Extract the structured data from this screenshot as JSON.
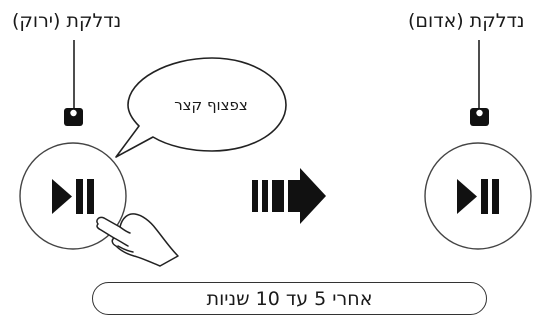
{
  "left_led_label": "נדלקת (ירוק)",
  "right_led_label": "נדלקת (אדום)",
  "speech_bubble": "צפצוף קצר",
  "footer_note": "אחרי 5 עד 10 שניות",
  "icons": [
    "led-indicator-icon",
    "play-pause-icon",
    "finger-press-icon",
    "arrow-right-icon"
  ]
}
